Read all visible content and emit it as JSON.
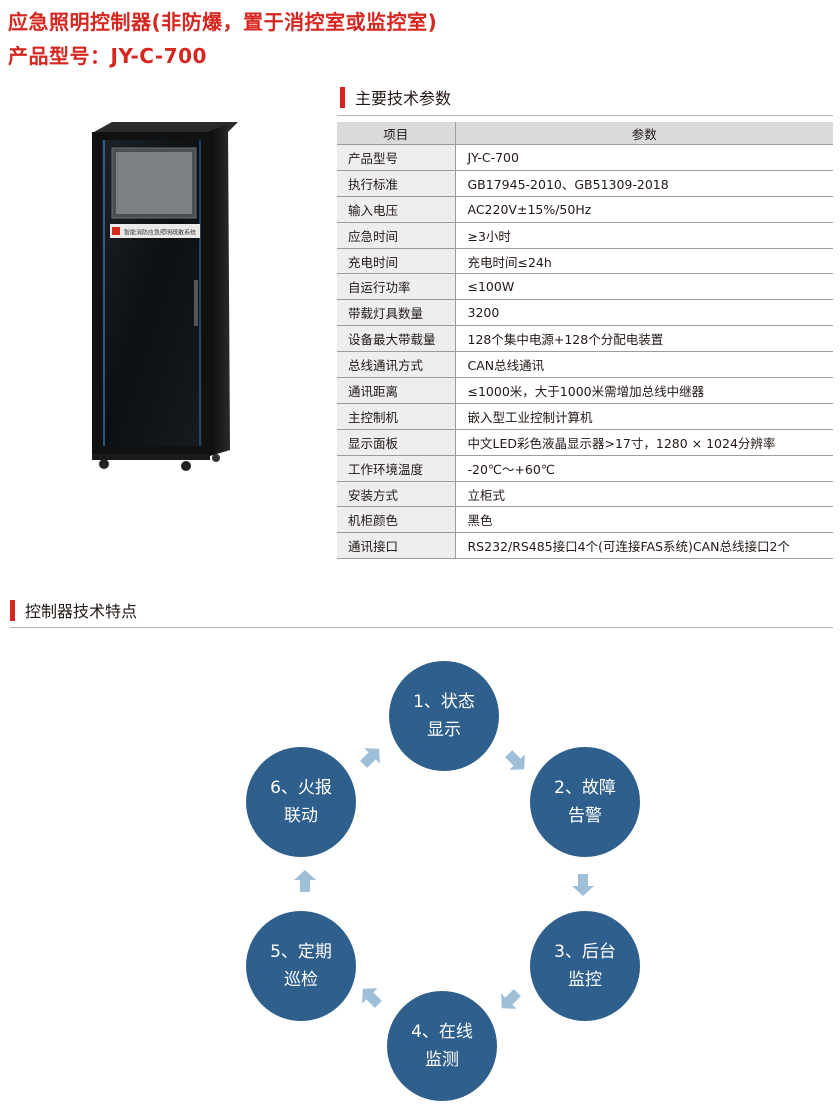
{
  "header": {
    "title": "应急照明控制器(非防爆，置于消控室或监控室)",
    "model": "产品型号：JY-C-700"
  },
  "params_section": {
    "title": "主要技术参数"
  },
  "features_section": {
    "title": "控制器技术特点"
  },
  "cabinet": {
    "panel_label": "智能消防应急照明疏散系统"
  },
  "colors": {
    "accent_red": "#d7261f",
    "circle_blue": "#2f5f8c",
    "arrow_blue": "#9fbfd9"
  },
  "table": {
    "headers": [
      "项目",
      "参数"
    ],
    "rows": [
      [
        "产品型号",
        "JY-C-700"
      ],
      [
        "执行标准",
        "GB17945-2010、GB51309-2018"
      ],
      [
        "输入电压",
        "AC220V±15%/50Hz"
      ],
      [
        "应急时间",
        "≥3小时"
      ],
      [
        "充电时间",
        "充电时间≤24h"
      ],
      [
        "自运行功率",
        "≤100W"
      ],
      [
        "带载灯具数量",
        "3200"
      ],
      [
        "设备最大带载量",
        "128个集中电源+128个分配电装置"
      ],
      [
        "总线通讯方式",
        "CAN总线通讯"
      ],
      [
        "通讯距离",
        "≤1000米，大于1000米需增加总线中继器"
      ],
      [
        "主控制机",
        "嵌入型工业控制计算机"
      ],
      [
        "显示面板",
        "中文LED彩色液晶显示器>17寸，1280 × 1024分辨率"
      ],
      [
        "工作环境温度",
        "-20℃～+60℃"
      ],
      [
        "安装方式",
        "立柜式"
      ],
      [
        "机柜颜色",
        "黑色"
      ],
      [
        "通讯接口",
        "RS232/RS485接口4个(可连接FAS系统)CAN总线接口2个"
      ]
    ]
  },
  "features": [
    {
      "line1": "1、状态",
      "line2": "显示"
    },
    {
      "line1": "2、故障",
      "line2": "告警"
    },
    {
      "line1": "3、后台",
      "line2": "监控"
    },
    {
      "line1": "4、在线",
      "line2": "监测"
    },
    {
      "line1": "5、定期",
      "line2": "巡检"
    },
    {
      "line1": "6、火报",
      "line2": "联动"
    }
  ]
}
